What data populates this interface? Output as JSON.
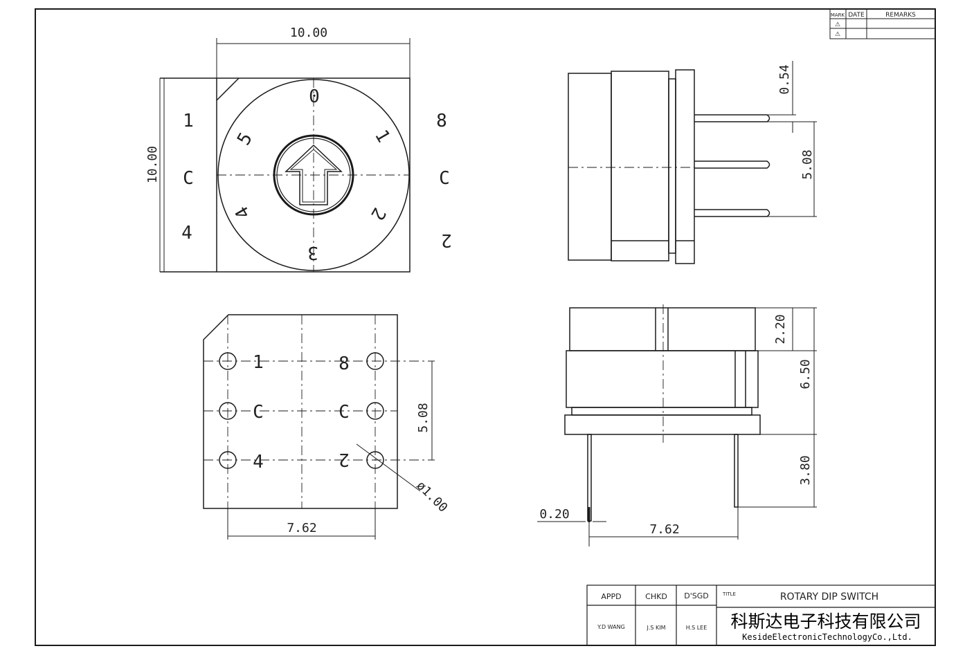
{
  "revision_table": {
    "headers": {
      "mark": "MARK",
      "date": "DATE",
      "remarks": "REMARKS"
    },
    "rows": [
      {
        "mark": "⚠"
      },
      {
        "mark": "⚠"
      }
    ]
  },
  "top_view": {
    "width_dim": "10.00",
    "height_dim": "10.00",
    "left_pins": [
      "1",
      "C",
      "4"
    ],
    "right_pins": [
      "8",
      "C",
      "2"
    ],
    "dial_numbers": [
      "0",
      "1",
      "2",
      "3",
      "4",
      "5"
    ]
  },
  "side_view": {
    "pin_width_dim": "0.54",
    "pitch_dim": "5.08"
  },
  "bottom_view": {
    "left_pins": [
      "1",
      "C",
      "4"
    ],
    "right_pins": [
      "8",
      "C",
      "2"
    ],
    "pitch_dim": "5.08",
    "width_dim": "7.62",
    "hole_dim": "ø1.00"
  },
  "front_view": {
    "cap_dim": "2.20",
    "body_dim": "6.50",
    "pin_len_dim": "3.80",
    "pin_thick_dim": "0.20",
    "width_dim": "7.62"
  },
  "title_block": {
    "appd_label": "APPD",
    "chkd_label": "CHKD",
    "dsgd_label": "D'SGD",
    "appd_name": "Y.D WANG",
    "chkd_name": "J.S KIM",
    "dsgd_name": "H.S LEE",
    "title_label": "TITLE",
    "title": "ROTARY DIP SWITCH",
    "company_cn": "科斯达电子科技有限公司",
    "company_en": "KesideElectronicTechnologyCo.,Ltd."
  },
  "colors": {
    "line": "#1a1a1a",
    "paper": "#ffffff"
  }
}
